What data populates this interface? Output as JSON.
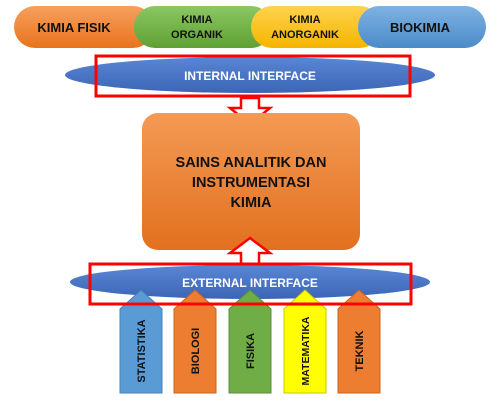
{
  "top_row": [
    {
      "lines": [
        "KIMIA FISIK"
      ],
      "color": "#F07F2E"
    },
    {
      "lines": [
        "KIMIA",
        "ORGANIK"
      ],
      "color": "#6CB142"
    },
    {
      "lines": [
        "KIMIA",
        "ANORGANIK"
      ],
      "color": "#FFC000"
    },
    {
      "lines": [
        "BIOKIMIA"
      ],
      "color": "#5B9BD5"
    }
  ],
  "internal_interface": {
    "label": "INTERNAL INTERFACE",
    "color": "#4472C4"
  },
  "center": {
    "lines": [
      "SAINS ANALITIK DAN",
      "INSTRUMENTASI",
      "KIMIA"
    ],
    "color": "#ED7D31"
  },
  "external_interface": {
    "label": "EXTERNAL INTERFACE",
    "color": "#4472C4"
  },
  "bottom_row": [
    {
      "label": "STATISTIKA",
      "color": "#5B9BD5"
    },
    {
      "label": "BIOLOGI",
      "color": "#ED7D31"
    },
    {
      "label": "FISIKA",
      "color": "#70AD47"
    },
    {
      "label": "MATEMATIKA",
      "color": "#FFFF00"
    },
    {
      "label": "TEKNIK",
      "color": "#ED7D31"
    }
  ],
  "highlight_color": "#FF0000"
}
